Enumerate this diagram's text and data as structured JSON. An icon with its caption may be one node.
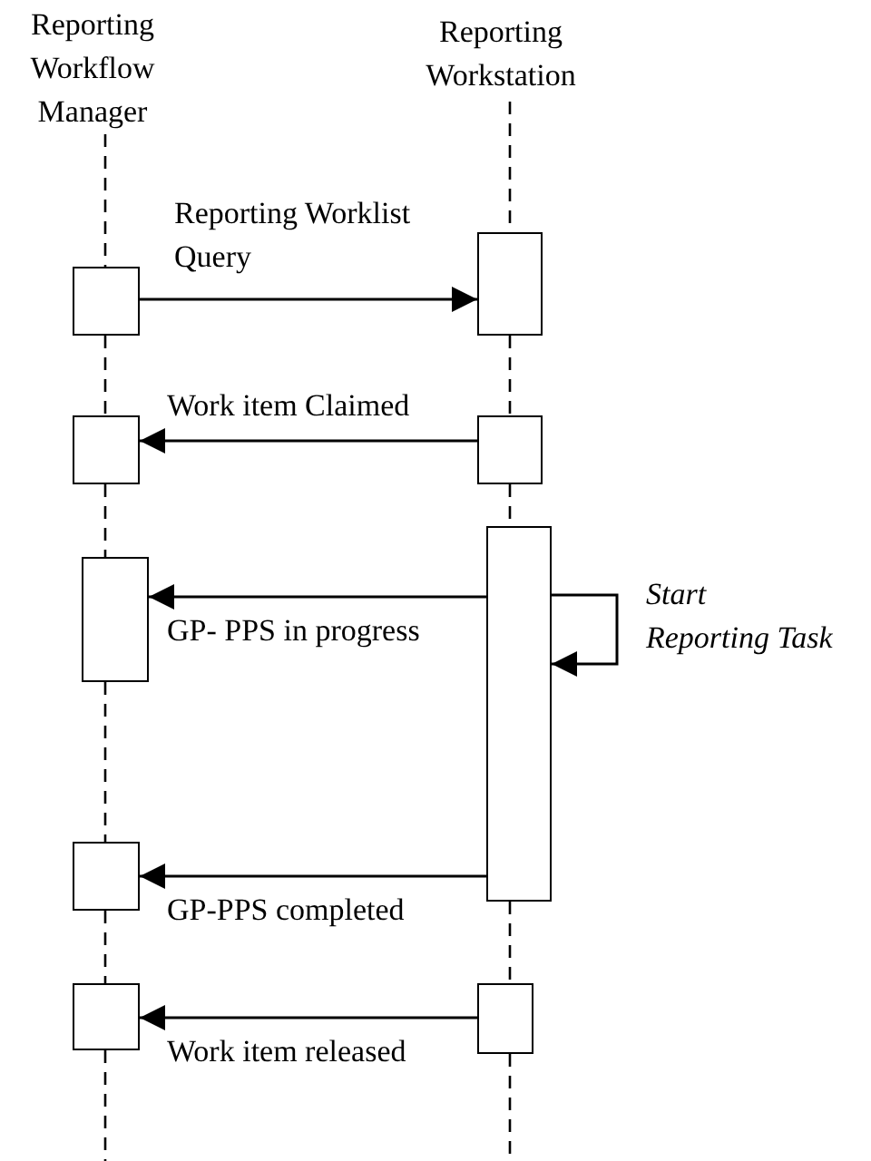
{
  "diagram": {
    "nodes": [
      {
        "text": [
          "Reporting Workflow Manager"
        ]
      },
      {
        "text": [
          "Reporting Workstation"
        ]
      },
      {
        "text": [],
        "shape": "box"
      },
      {
        "text": [],
        "shape": "box"
      },
      {
        "text": [],
        "shape": "box"
      },
      {
        "text": [],
        "shape": "box"
      },
      {
        "text": [],
        "shape": "box"
      },
      {
        "text": [],
        "shape": "box"
      },
      {
        "text": [],
        "shape": "box"
      },
      {
        "text": [],
        "shape": "box"
      },
      {
        "text": [],
        "shape": "box"
      }
    ],
    "edges": [
      {
        "from": 2,
        "to": 3,
        "arrow": "to",
        "label": "Reporting Worklist Query"
      },
      {
        "from": 5,
        "to": 4,
        "arrow": "to",
        "label": "Work item Claimed"
      },
      {
        "from": 6,
        "to": 7,
        "arrow": "to",
        "label": "GP- PPS in progress"
      },
      {
        "from": 6,
        "to": 6,
        "arrow": "to",
        "label": "Start Reporting Task"
      },
      {
        "from": 6,
        "to": 8,
        "arrow": "to",
        "label": "GP-PPS completed"
      },
      {
        "from": 10,
        "to": 9,
        "arrow": "to",
        "label": "Work item released"
      },
      {
        "from": 0,
        "to": 2,
        "arrow": "none",
        "style": "dashed"
      },
      {
        "from": 2,
        "to": 4,
        "arrow": "none",
        "style": "dashed"
      },
      {
        "from": 4,
        "to": 7,
        "arrow": "none",
        "style": "dashed"
      },
      {
        "from": 7,
        "to": 8,
        "arrow": "none",
        "style": "dashed"
      },
      {
        "from": 8,
        "to": 9,
        "arrow": "none",
        "style": "dashed"
      },
      {
        "from": 9,
        "to": null,
        "arrow": "none",
        "style": "dashed"
      },
      {
        "from": 1,
        "to": 3,
        "arrow": "none",
        "style": "dashed"
      },
      {
        "from": 3,
        "to": 5,
        "arrow": "none",
        "style": "dashed"
      },
      {
        "from": 5,
        "to": 6,
        "arrow": "none",
        "style": "dashed"
      },
      {
        "from": 6,
        "to": 10,
        "arrow": "none",
        "style": "dashed"
      },
      {
        "from": 10,
        "to": null,
        "arrow": "none",
        "style": "dashed"
      }
    ]
  }
}
